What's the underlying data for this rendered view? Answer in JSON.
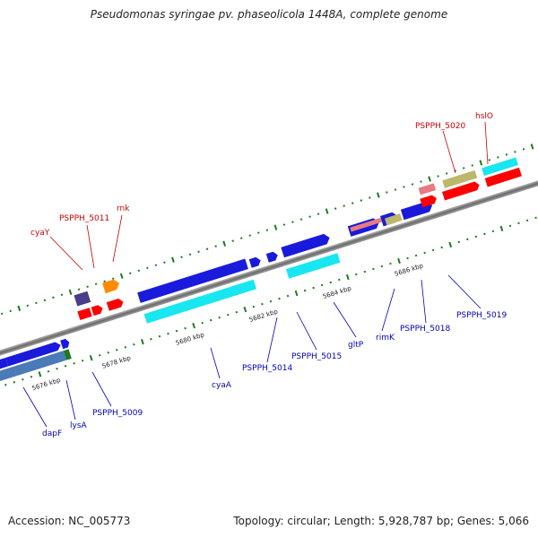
{
  "title": "Pseudomonas syringae pv. phaseolicola 1448A, complete genome",
  "footer": {
    "accession": "Accession: NC_005773",
    "summary": "Topology: circular; Length: 5,928,787 bp; Genes: 5,066"
  },
  "colors": {
    "backbone": "#7f7f7f",
    "tick": "#1f7a1f",
    "gene_label_top": "#cc0000",
    "gene_label_bottom": "#0000bb",
    "cds_forward": "#1a1adc",
    "cds_reverse": "#4a7ab8",
    "rna": "#ff0000",
    "cyan": "#18e6f0",
    "khaki": "#bdb76b",
    "purple": "#4b3c8c",
    "orange": "#ff8c00",
    "pink": "#e87a80"
  },
  "scale_labels": [
    "5676 kbp",
    "5678 kbp",
    "5680 kbp",
    "5682 kbp",
    "5684 kbp",
    "5686 kbp"
  ],
  "gene_labels_top": [
    "cyaY",
    "PSPPH_5011",
    "rnk",
    "PSPPH_5020",
    "hslO"
  ],
  "gene_labels_bottom": [
    "dapF",
    "lysA",
    "PSPPH_5009",
    "cyaA",
    "PSPPH_5014",
    "PSPPH_5015",
    "gltP",
    "rimK",
    "PSPPH_5018",
    "PSPPH_5019"
  ]
}
